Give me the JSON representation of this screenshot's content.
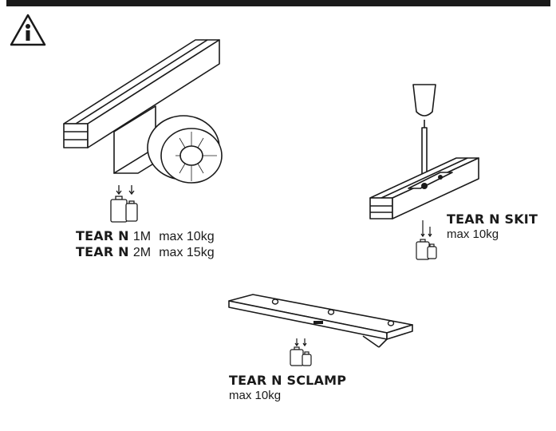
{
  "icons": {
    "warning": "info-warning-icon",
    "weight": "weight-icon"
  },
  "products": [
    {
      "name": "TEAR N",
      "variant": "1M",
      "load": "max 10kg"
    },
    {
      "name": "TEAR N",
      "variant": "2M",
      "load": "max 15kg"
    },
    {
      "name": "TEAR N SKIT",
      "load": "max 10kg"
    },
    {
      "name": "TEAR N SCLAMP",
      "load": "max 10kg"
    }
  ],
  "colors": {
    "ink": "#1a1a1a",
    "paper": "#ffffff"
  }
}
